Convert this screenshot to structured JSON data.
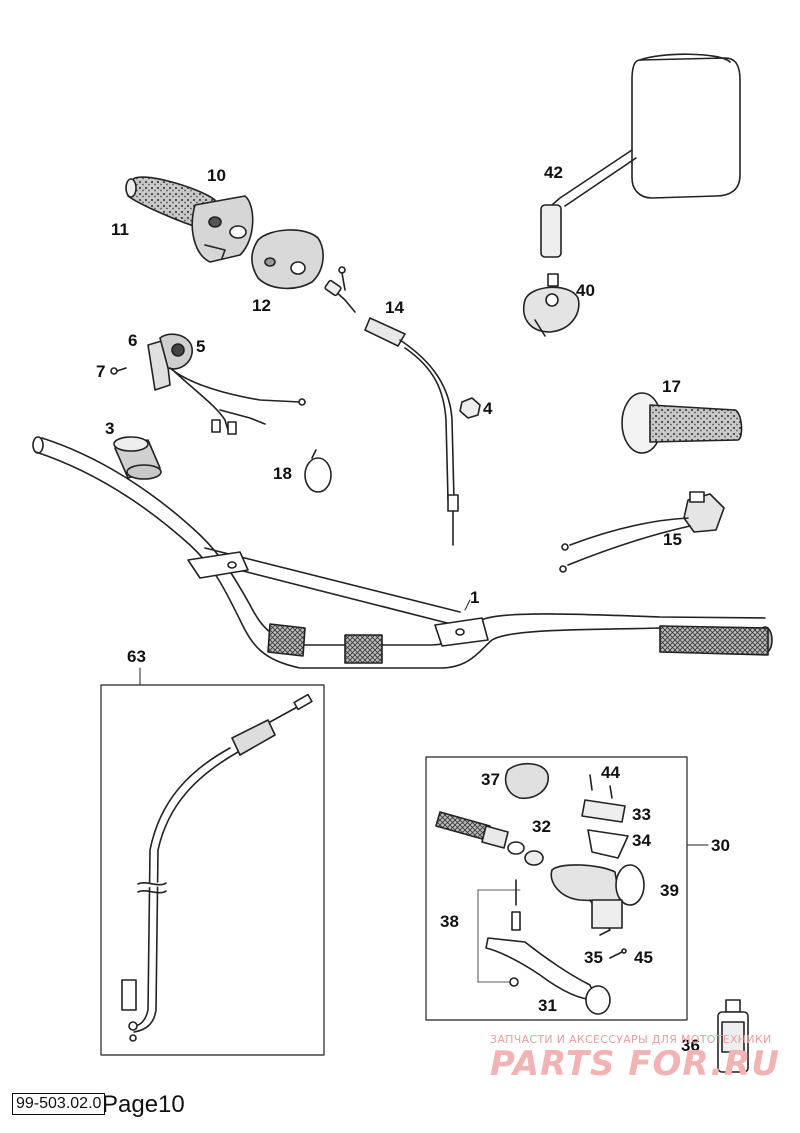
{
  "labels": {
    "l1": "1",
    "l3": "3",
    "l4": "4",
    "l5": "5",
    "l6": "6",
    "l7": "7",
    "l10": "10",
    "l11": "11",
    "l12": "12",
    "l14": "14",
    "l15": "15",
    "l17": "17",
    "l18": "18",
    "l30": "30",
    "l31": "31",
    "l32": "32",
    "l33": "33",
    "l34": "34",
    "l35": "35",
    "l36": "36",
    "l37": "37",
    "l38": "38",
    "l39": "39",
    "l40": "40",
    "l42": "42",
    "l44": "44",
    "l45": "45",
    "l63": "63"
  },
  "watermark": {
    "subtitle": "ЗАПЧАСТИ И АКСЕССУАРЫ ДЛЯ МОТОТЕХНИКИ",
    "logo": "PARTS FOR.RU"
  },
  "footer": {
    "code": "99-503.02.0",
    "page": "Page10"
  },
  "colors": {
    "line": "#222222",
    "fill_light": "#f2f2f2",
    "grip": "#9a9a9a",
    "watermark": "#f1b3b3"
  }
}
